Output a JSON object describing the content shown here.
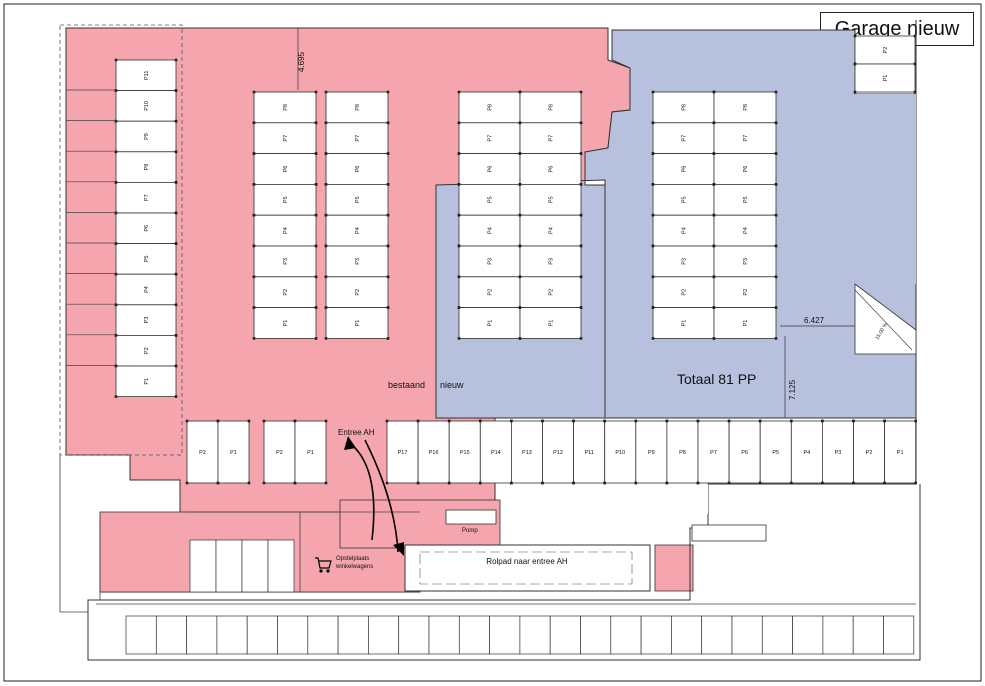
{
  "title": "Garage nieuw",
  "zones": {
    "bestaand": "bestaand",
    "nieuw": "nieuw"
  },
  "total": "Totaal 81 PP",
  "entrance": "Entree AH",
  "conveyor": "Rolpad naar entree AH",
  "pump": "Pomp",
  "cart_area": [
    "Opstelplaats",
    "winkelwagens"
  ],
  "dimensions": {
    "top": "4.695",
    "right_h": "6.427",
    "right_v": "7.125"
  },
  "slope": "15.00 %",
  "colors": {
    "existing": "#f4a5ad",
    "new": "#b7c1dd",
    "stroke": "#333333"
  },
  "spot_labels": {
    "left_column": [
      "P11",
      "P10",
      "P9",
      "P8",
      "P7",
      "P6",
      "P5",
      "P4",
      "P3",
      "P2",
      "P1"
    ],
    "island": [
      "P8",
      "P7",
      "P6",
      "P5",
      "P4",
      "P3",
      "P2",
      "P1"
    ],
    "right_corner": [
      "P2",
      "P1"
    ],
    "bottom_left_a": [
      "P2",
      "P1"
    ],
    "bottom_left_b": [
      "P2",
      "P1"
    ],
    "bottom_row": [
      "P17",
      "P16",
      "P15",
      "P14",
      "P13",
      "P12",
      "P11",
      "P10",
      "P9",
      "P8",
      "P7",
      "P6",
      "P5",
      "P4",
      "P3",
      "P2",
      "P1"
    ]
  }
}
